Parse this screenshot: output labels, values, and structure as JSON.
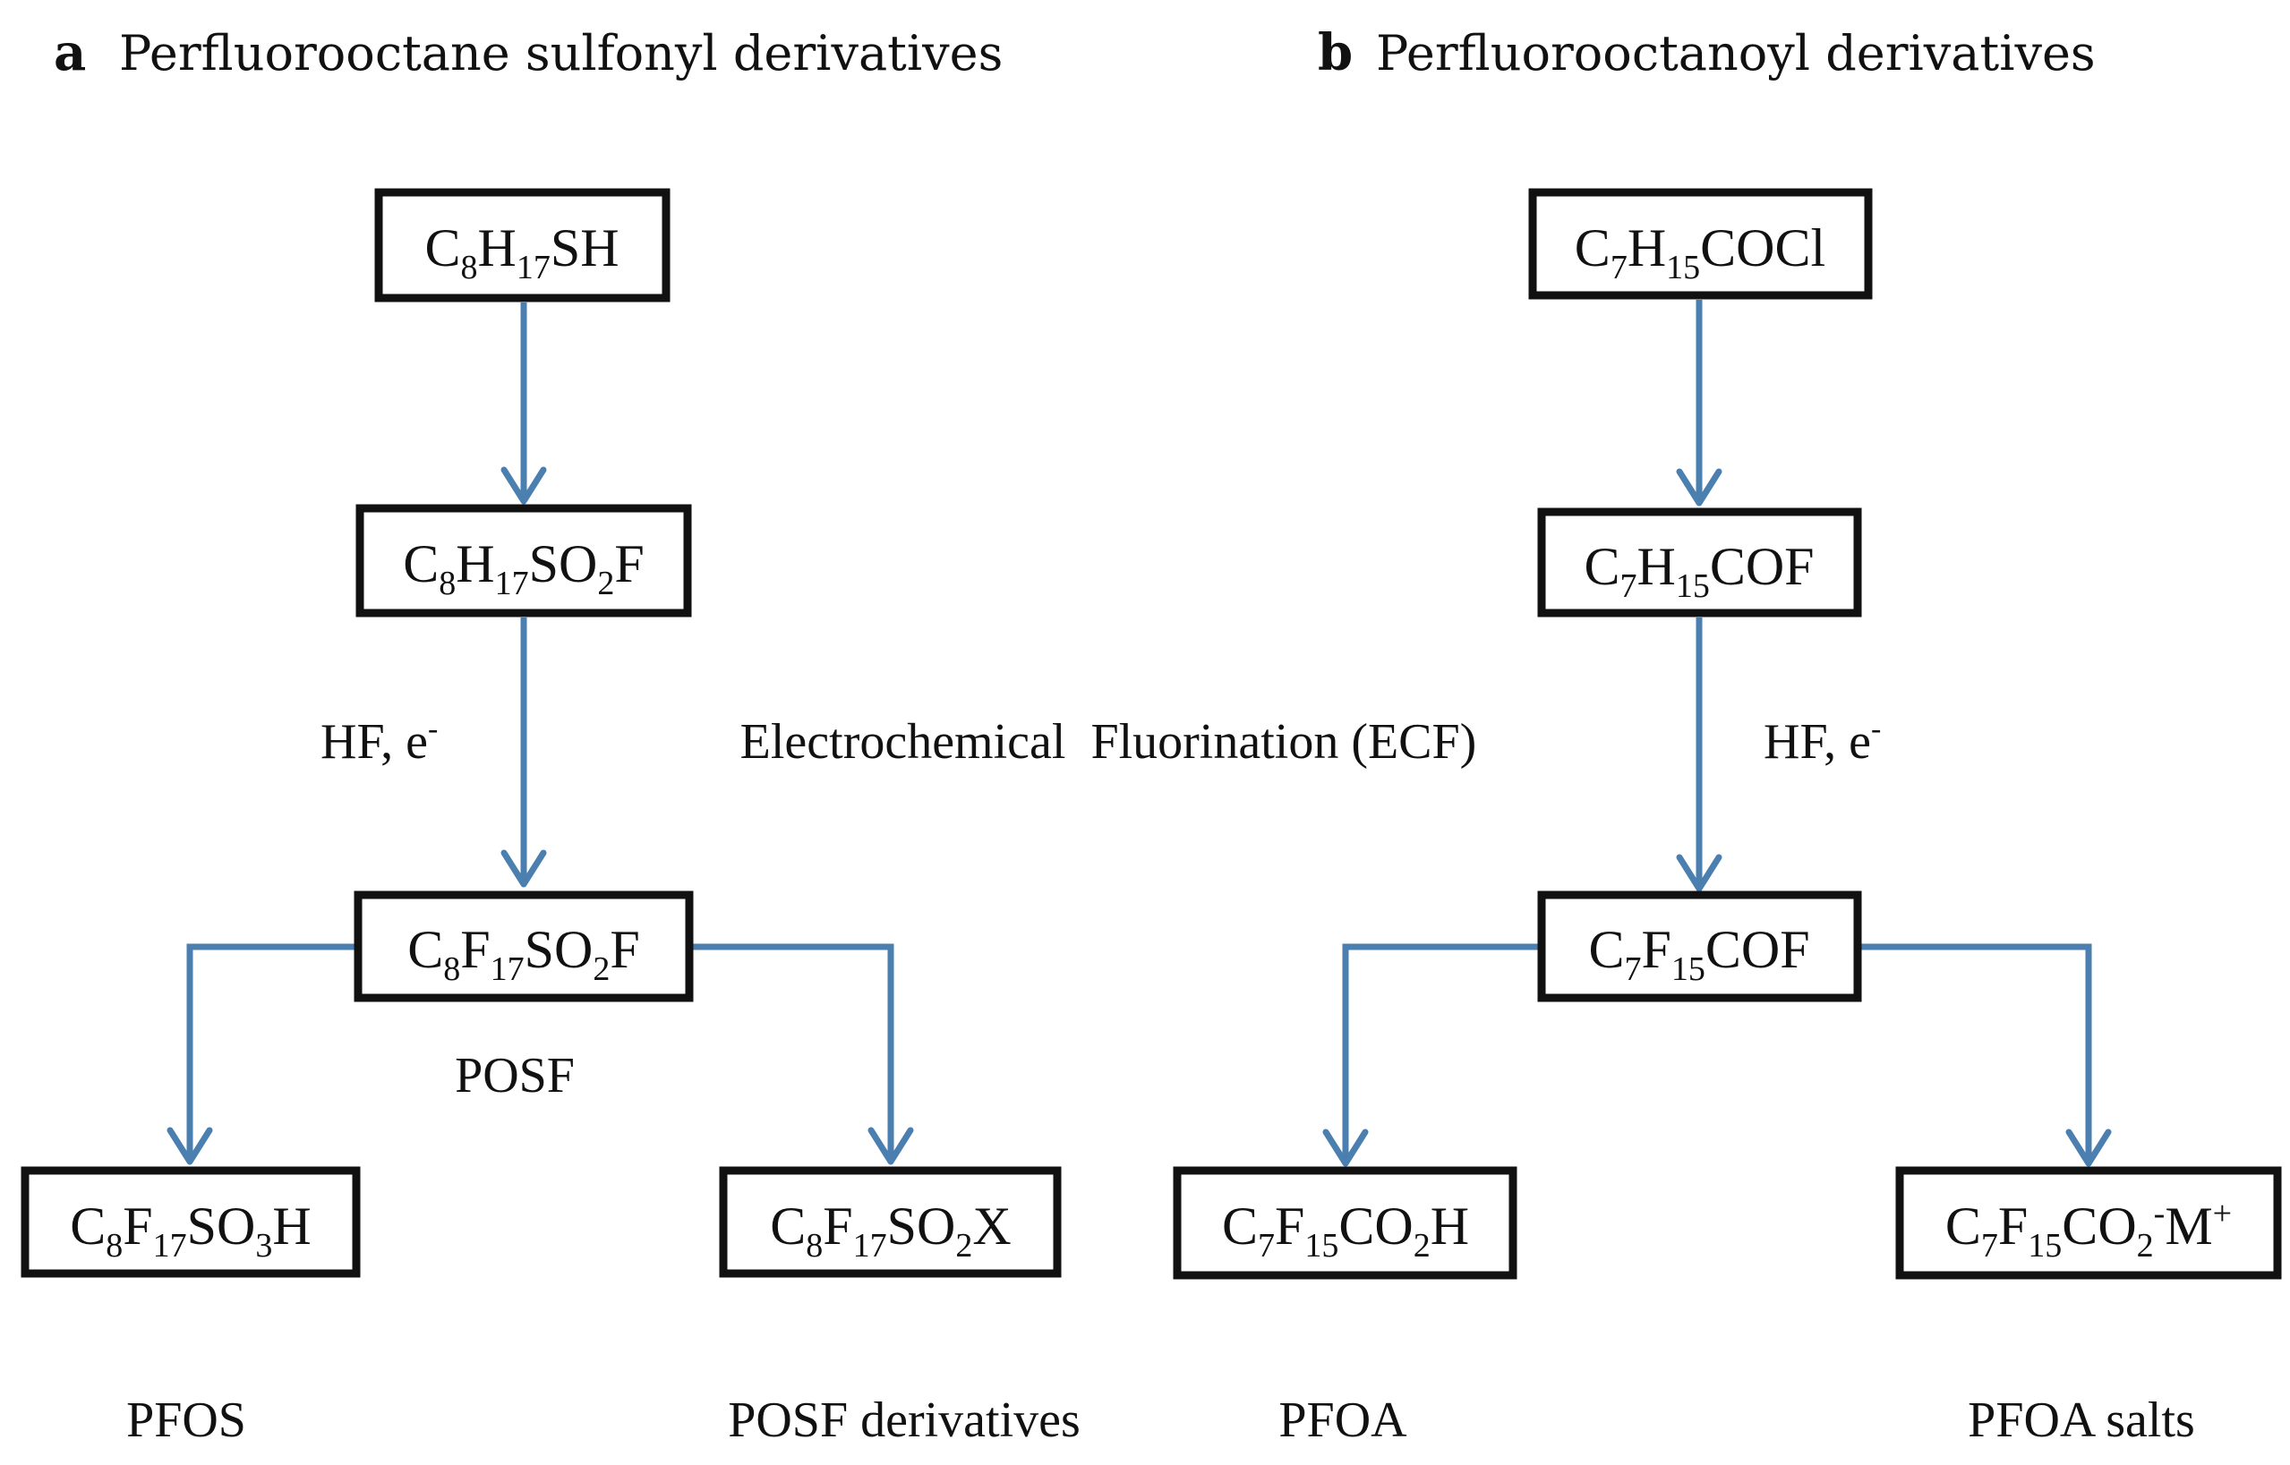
{
  "panel_a": {
    "letter": "a",
    "title": "Perfluorooctane sulfonyl derivatives",
    "top": {
      "main": "C",
      "s1": "8",
      "m2": "H",
      "s2": "17",
      "rest": "SH"
    },
    "middle": {
      "main": "C",
      "s1": "8",
      "m2": "H",
      "s2": "17",
      "m3": "SO",
      "s3": "2",
      "rest": "F"
    },
    "reagent": "HF, e",
    "reagent_sup": "-",
    "center": {
      "main": "C",
      "s1": "8",
      "m2": "F",
      "s2": "17",
      "m3": "SO",
      "s3": "2",
      "rest": "F"
    },
    "center_label": "POSF",
    "left": {
      "main": "C",
      "s1": "8",
      "m2": "F",
      "s2": "17",
      "m3": "SO",
      "s3": "3",
      "rest": "H"
    },
    "left_label": "PFOS",
    "right": {
      "main": "C",
      "s1": "8",
      "m2": "F",
      "s2": "17",
      "m3": "SO",
      "s3": "2",
      "rest": "X"
    },
    "right_label": "POSF derivatives"
  },
  "process_label": "Electrochemical  Fluorination (ECF)",
  "panel_b": {
    "letter": "b",
    "title": "Perfluorooctanoyl derivatives",
    "top": {
      "main": "C",
      "s1": "7",
      "m2": "H",
      "s2": "15",
      "rest": "COCl"
    },
    "middle": {
      "main": "C",
      "s1": "7",
      "m2": "H",
      "s2": "15",
      "rest": "COF"
    },
    "reagent": "HF, e",
    "reagent_sup": "-",
    "center": {
      "main": "C",
      "s1": "7",
      "m2": "F",
      "s2": "15",
      "rest": "COF"
    },
    "left": {
      "main": "C",
      "s1": "7",
      "m2": "F",
      "s2": "15",
      "m3": "CO",
      "s3": "2",
      "rest": "H"
    },
    "left_label": "PFOA",
    "right": {
      "main": "C",
      "s1": "7",
      "m2": "F",
      "s2": "15",
      "m3": "CO",
      "s3": "2",
      "sup1": "-",
      "m4": "M",
      "sup2": "+"
    },
    "right_label": "PFOA salts"
  },
  "colors": {
    "arrow": "#4a7fb0",
    "box_border": "#111111",
    "text": "#111111"
  }
}
